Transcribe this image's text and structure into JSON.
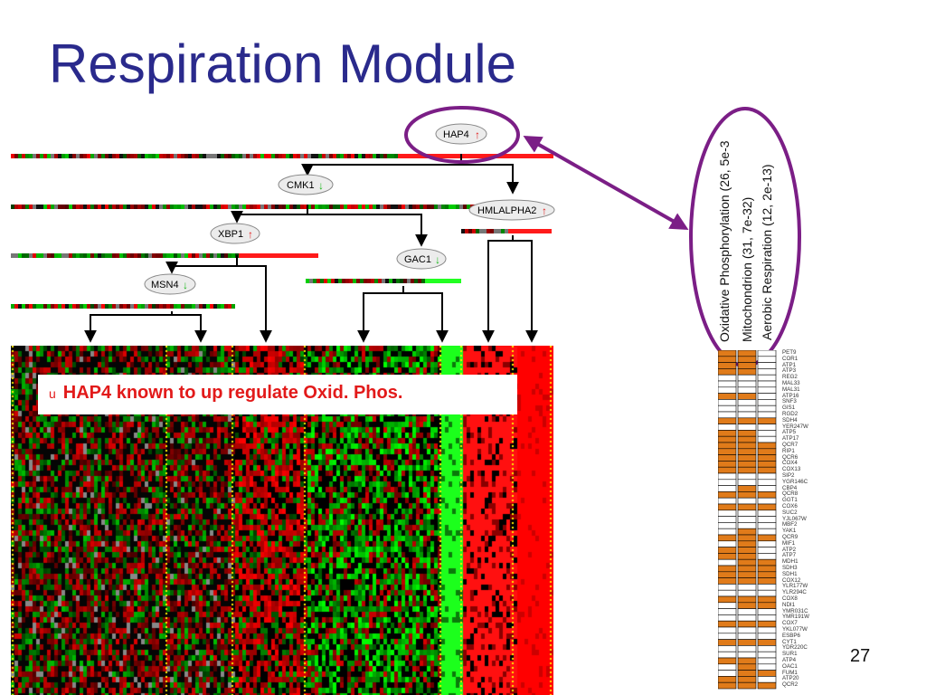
{
  "title": "Respiration Module",
  "tree": {
    "nodes": [
      {
        "id": "hap4",
        "name": "HAP4",
        "arrow": "up",
        "arrow_symbol": "↑"
      },
      {
        "id": "cmk1",
        "name": "CMK1",
        "arrow": "down",
        "arrow_symbol": "↓"
      },
      {
        "id": "hmlalpha2",
        "name": "HMLALPHA2",
        "arrow": "up",
        "arrow_symbol": "↑"
      },
      {
        "id": "xbp1",
        "name": "XBP1",
        "arrow": "up",
        "arrow_symbol": "↑"
      },
      {
        "id": "gac1",
        "name": "GAC1",
        "arrow": "down",
        "arrow_symbol": "↓"
      },
      {
        "id": "msn4",
        "name": "MSN4",
        "arrow": "down",
        "arrow_symbol": "↓"
      }
    ]
  },
  "callout": {
    "bullet": "u",
    "text": "HAP4 known to up regulate Oxid. Phos."
  },
  "annotations": [
    {
      "label": "Oxidative Phosphorylation (26, 5e-3"
    },
    {
      "label": "Mitochondrion (31, 7e-32)"
    },
    {
      "label": "Aerobic Respiration (12, 2e-13)"
    }
  ],
  "genes": [
    "PET9",
    "COR1",
    "ATP1",
    "ATP3",
    "REG2",
    "MAL33",
    "MAL31",
    "ATP16",
    "SNF3",
    "GIS1",
    "RGD2",
    "SDH4",
    "YER247W",
    "ATP5",
    "ATP17",
    "QCR7",
    "RIP1",
    "QCR6",
    "COX4",
    "COX13",
    "SIP2",
    "YGR146C",
    "CBP4",
    "QCR8",
    "GGT1",
    "COX6",
    "SUC2",
    "YJL067W",
    "MBF2",
    "YAK1",
    "QCR9",
    "MIF1",
    "ATP2",
    "ATP7",
    "MDH1",
    "SDH3",
    "SDH1",
    "COX12",
    "YLR177W",
    "YLR294C",
    "COX8",
    "NDI1",
    "YMR031C",
    "YMR191W",
    "COX7",
    "YKL077W",
    "ESBP6",
    "CYT1",
    "YDR220C",
    "SUR1",
    "ATP4",
    "OAC1",
    "FUM1",
    "ATP20",
    "QCR2"
  ],
  "membership": [
    [
      1,
      1,
      0
    ],
    [
      1,
      1,
      0
    ],
    [
      1,
      1,
      0
    ],
    [
      1,
      1,
      0
    ],
    [
      0,
      0,
      0
    ],
    [
      0,
      0,
      0
    ],
    [
      0,
      0,
      0
    ],
    [
      1,
      1,
      0
    ],
    [
      0,
      0,
      0
    ],
    [
      0,
      0,
      0
    ],
    [
      0,
      0,
      0
    ],
    [
      1,
      1,
      1
    ],
    [
      0,
      0,
      0
    ],
    [
      1,
      1,
      0
    ],
    [
      1,
      1,
      0
    ],
    [
      1,
      1,
      1
    ],
    [
      1,
      1,
      1
    ],
    [
      1,
      1,
      1
    ],
    [
      1,
      1,
      1
    ],
    [
      1,
      1,
      1
    ],
    [
      0,
      0,
      0
    ],
    [
      0,
      0,
      0
    ],
    [
      0,
      1,
      0
    ],
    [
      1,
      1,
      1
    ],
    [
      0,
      0,
      0
    ],
    [
      1,
      1,
      1
    ],
    [
      0,
      0,
      0
    ],
    [
      0,
      0,
      0
    ],
    [
      0,
      0,
      0
    ],
    [
      0,
      1,
      0
    ],
    [
      1,
      1,
      1
    ],
    [
      0,
      1,
      0
    ],
    [
      1,
      1,
      0
    ],
    [
      1,
      1,
      0
    ],
    [
      0,
      1,
      1
    ],
    [
      1,
      1,
      1
    ],
    [
      1,
      1,
      1
    ],
    [
      1,
      1,
      1
    ],
    [
      0,
      0,
      0
    ],
    [
      0,
      0,
      0
    ],
    [
      1,
      1,
      1
    ],
    [
      0,
      1,
      1
    ],
    [
      0,
      0,
      0
    ],
    [
      0,
      0,
      0
    ],
    [
      1,
      1,
      1
    ],
    [
      0,
      0,
      0
    ],
    [
      0,
      0,
      0
    ],
    [
      1,
      1,
      1
    ],
    [
      0,
      0,
      0
    ],
    [
      0,
      0,
      0
    ],
    [
      1,
      1,
      0
    ],
    [
      0,
      1,
      0
    ],
    [
      0,
      1,
      1
    ],
    [
      1,
      1,
      0
    ],
    [
      1,
      1,
      1
    ]
  ],
  "colors": {
    "title": "#2a2a8c",
    "highlight": "#7b1e86",
    "callout_text": "#e21a1a",
    "heat_red": "#ff0000",
    "heat_green": "#00ff00",
    "member_fill": "#e07b1a"
  },
  "page_number": "27"
}
